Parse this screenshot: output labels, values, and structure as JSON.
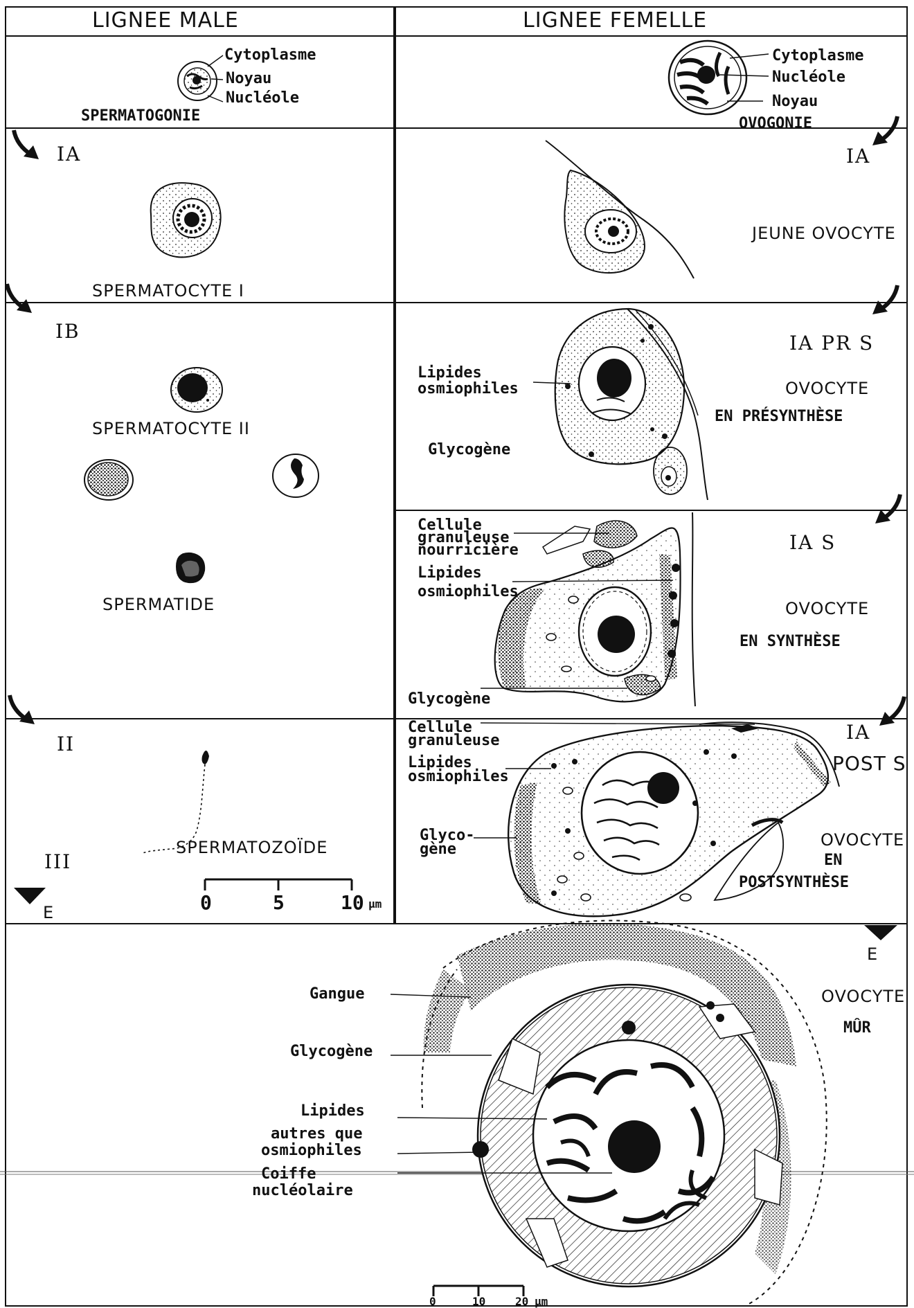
{
  "headers": {
    "male": "LIGNEE MALE",
    "female": "LIGNEE FEMELLE"
  },
  "male": {
    "spermatogonie": {
      "name": "SPERMATOGONIE",
      "labels": [
        "Cytoplasme",
        "Noyau",
        "Nucléole"
      ]
    },
    "stage_ia": "IA",
    "spermatocyte1": "SPERMATOCYTE I",
    "stage_ib": "IB",
    "spermatocyte2": "SPERMATOCYTE II",
    "spermatide": "SPERMATIDE",
    "stage_ii": "II",
    "stage_iii": "III",
    "spermatozoide": "SPERMATOZOÏDE",
    "arrow_e": "E",
    "scale": {
      "ticks": [
        "0",
        "5",
        "10"
      ],
      "unit": "µm"
    }
  },
  "female": {
    "ovogonie": {
      "name": "OVOGONIE",
      "labels": [
        "Cytoplasme",
        "Nucléole",
        "Noyau"
      ]
    },
    "jeune": {
      "stage": "IA",
      "name": "JEUNE OVOCYTE"
    },
    "presynthese": {
      "stage": "IA PR S",
      "name_line1": "OVOCYTE",
      "name_line2": "EN PRÉSYNTHÈSE",
      "labels": [
        "Lipides",
        "osmiophiles",
        "Glycogène"
      ]
    },
    "synthese": {
      "stage": "IA S",
      "name_line1": "OVOCYTE",
      "name_line2": "EN SYNTHÈSE",
      "labels": [
        "Cellule",
        "granuleuse",
        "nourricière",
        "Lipides",
        "osmiophiles",
        "Glycogène"
      ]
    },
    "postsynthese": {
      "stage_line1": "IA",
      "stage_line2": "POST S",
      "name_line1": "OVOCYTE",
      "name_line2": "EN",
      "name_line3": "POSTSYNTHÈSE",
      "labels": [
        "Cellule",
        "granuleuse",
        "Lipides",
        "osmiophiles",
        "Glyco-",
        "gène"
      ]
    },
    "mur": {
      "arrow_e": "E",
      "name_line1": "OVOCYTE",
      "name_line2": "MÛR",
      "labels": [
        "Gangue",
        "Glycogène",
        "Lipides",
        "autres que",
        "osmiophiles",
        "Coiffe",
        "nucléolaire"
      ]
    },
    "scale": {
      "ticks": [
        "0",
        "10",
        "20"
      ],
      "unit": "µm"
    }
  },
  "icon_names": [
    "curved-arrow-icon",
    "down-arrow-icon"
  ]
}
